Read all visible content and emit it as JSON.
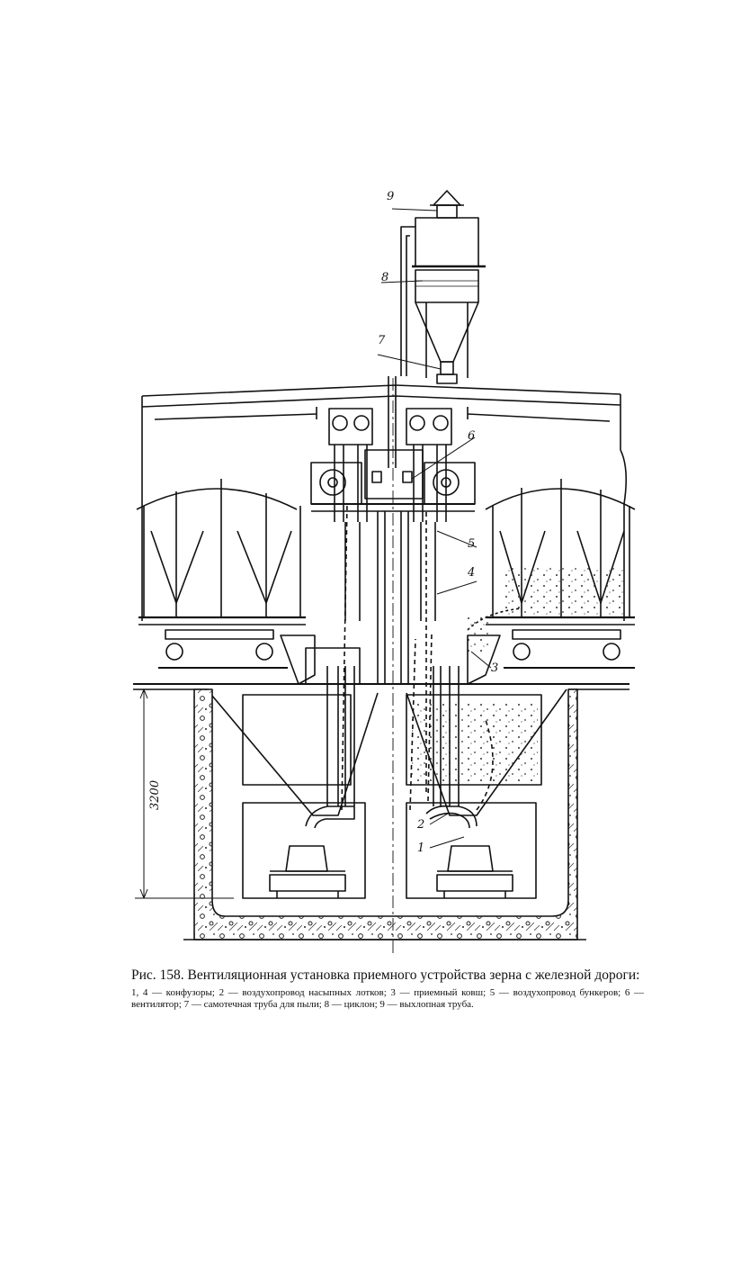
{
  "figure": {
    "labels": {
      "l1": "1",
      "l2": "2",
      "l3": "3",
      "l4": "4",
      "l5": "5",
      "l6": "6",
      "l7": "7",
      "l8": "8",
      "l9": "9"
    },
    "dimension": "3200"
  },
  "caption": {
    "title": "Рис. 158. Вентиляционная установка приемного устройства зерна с железной дороги:",
    "legend": "1, 4 — конфузоры; 2 — воздухопровод насыпных лотков; 3 — приемный ковш; 5 — воздухопровод бункеров; 6 — вентилятор; 7 — самотечная труба для пыли; 8 — циклон; 9 — выхлопная труба."
  }
}
